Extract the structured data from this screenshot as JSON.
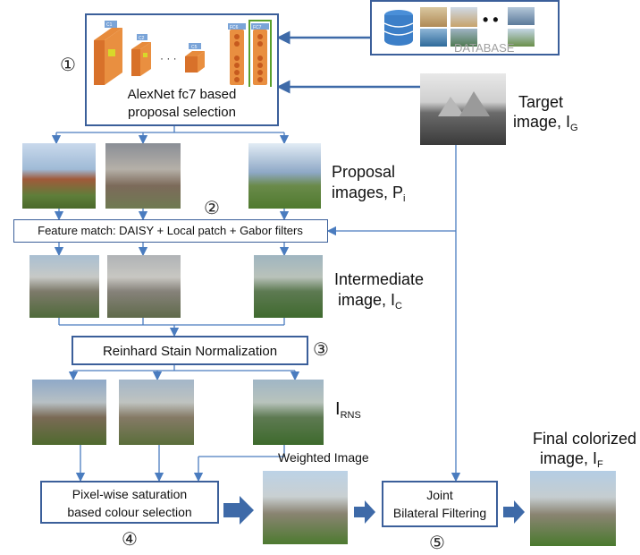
{
  "network_box": {
    "layers": [
      "C1",
      "C2",
      "C5",
      "FC6",
      "FC7"
    ],
    "caption_line1": "AlexNet fc7 based",
    "caption_line2": "proposal selection",
    "step": "①"
  },
  "database": {
    "label": "DATABASE",
    "ellipsis": "• •"
  },
  "target": {
    "line1": "Target",
    "line2": "image, I",
    "sub": "G"
  },
  "proposal": {
    "line1": "Proposal",
    "line2": "images, P",
    "sub": "i",
    "step": "②"
  },
  "feature_match": {
    "label": "Feature match: DAISY  + Local patch + Gabor filters"
  },
  "intermediate": {
    "line1": "Intermediate",
    "line2": "image, I",
    "sub": "C"
  },
  "reinhard": {
    "label": "Reinhard Stain Normalization",
    "step": "③"
  },
  "irns": {
    "main": "I",
    "sub": "RNS"
  },
  "pixelwise": {
    "line1": "Pixel-wise  saturation",
    "line2": "based colour selection",
    "step": "④"
  },
  "weighted": {
    "label": "Weighted Image"
  },
  "joint": {
    "line1": "Joint",
    "line2": "Bilateral Filtering",
    "step": "⑤"
  },
  "final": {
    "line1": "Final colorized",
    "line2": "image, I",
    "sub": "F"
  },
  "colors": {
    "box_border": "#3b5f9a",
    "arrow": "#4a7cbf",
    "block_arrow": "#3e6aa8",
    "network_frame": "#2d5191",
    "fc7_frame": "#5aa02c"
  }
}
